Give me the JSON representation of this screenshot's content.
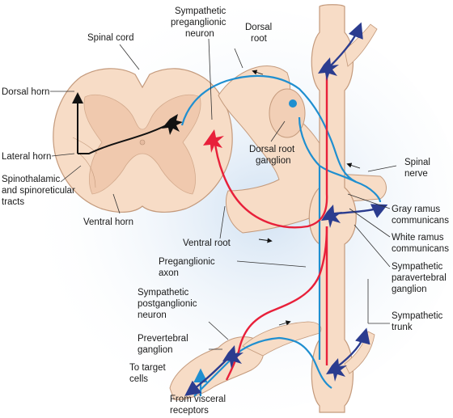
{
  "labels": {
    "spinal_cord": "Spinal cord",
    "symp_pre_neuron_1": "Sympathetic",
    "symp_pre_neuron_2": "preganglionic",
    "symp_pre_neuron_3": "neuron",
    "dorsal_root_1": "Dorsal",
    "dorsal_root_2": "root",
    "dorsal_horn": "Dorsal horn",
    "lateral_horn": "Lateral horn",
    "spinothalamic_1": "Spinothalamic",
    "spinothalamic_2": "and spinoreticular",
    "spinothalamic_3": "tracts",
    "ventral_horn": "Ventral horn",
    "drg_1": "Dorsal root",
    "drg_2": "ganglion",
    "spinal_nerve_1": "Spinal",
    "spinal_nerve_2": "nerve",
    "gray_ramus_1": "Gray ramus",
    "gray_ramus_2": "communicans",
    "white_ramus_1": "White ramus",
    "white_ramus_2": "communicans",
    "ventral_root": "Ventral root",
    "preganglionic_axon_1": "Preganglionic",
    "preganglionic_axon_2": "axon",
    "symp_post_1": "Sympathetic",
    "symp_post_2": "postganglionic",
    "symp_post_3": "neuron",
    "paravertebral_1": "Sympathetic",
    "paravertebral_2": "paravertebral",
    "paravertebral_3": "ganglion",
    "prevertebral_1": "Prevertebral",
    "prevertebral_2": "ganglion",
    "trunk_1": "Sympathetic",
    "trunk_2": "trunk",
    "target_1": "To target",
    "target_2": "cells",
    "visceral_1": "From visceral",
    "visceral_2": "receptors"
  },
  "colors": {
    "tissue": "#f7dcc6",
    "tissue_edge": "#c49a7c",
    "gray_matter": "#f0c9ae",
    "preganglionic": "#e8203a",
    "postganglionic": "#2b3c8f",
    "afferent": "#1f8fd0",
    "background_glow": "#cfe0f2"
  }
}
